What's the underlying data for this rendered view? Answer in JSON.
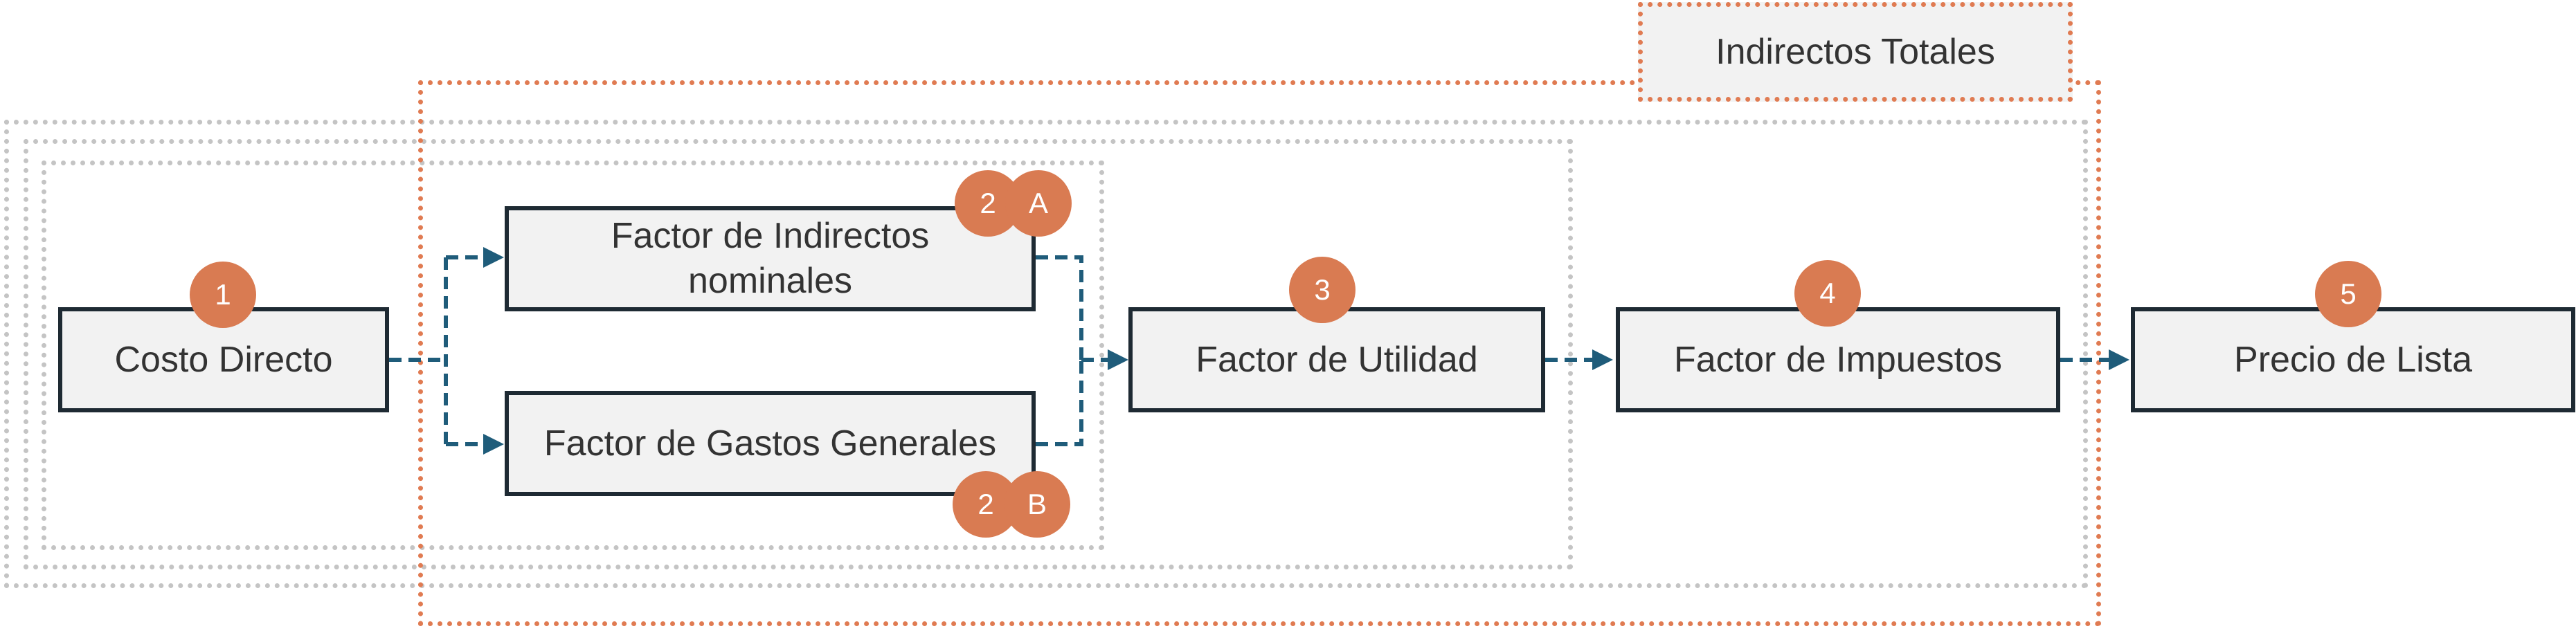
{
  "colors": {
    "box_fill": "#f2f2f2",
    "box_border": "#1e2a33",
    "badge": "#d97b52",
    "orange_dotted": "#e07b52",
    "gray_dotted": "#c4c4c4",
    "connector": "#1f5c7a"
  },
  "group_label": "Indirectos Totales",
  "nodes": {
    "costo_directo": "Costo Directo",
    "indirectos_line1": "Factor de Indirectos",
    "indirectos_line2": "nominales",
    "gastos_generales": "Factor de Gastos Generales",
    "utilidad": "Factor de Utilidad",
    "impuestos": "Factor de Impuestos",
    "precio_lista": "Precio de Lista"
  },
  "badges": {
    "b1": "1",
    "b2a_num": "2",
    "b2a_letter": "A",
    "b2b_num": "2",
    "b2b_letter": "B",
    "b3": "3",
    "b4": "4",
    "b5": "5"
  }
}
